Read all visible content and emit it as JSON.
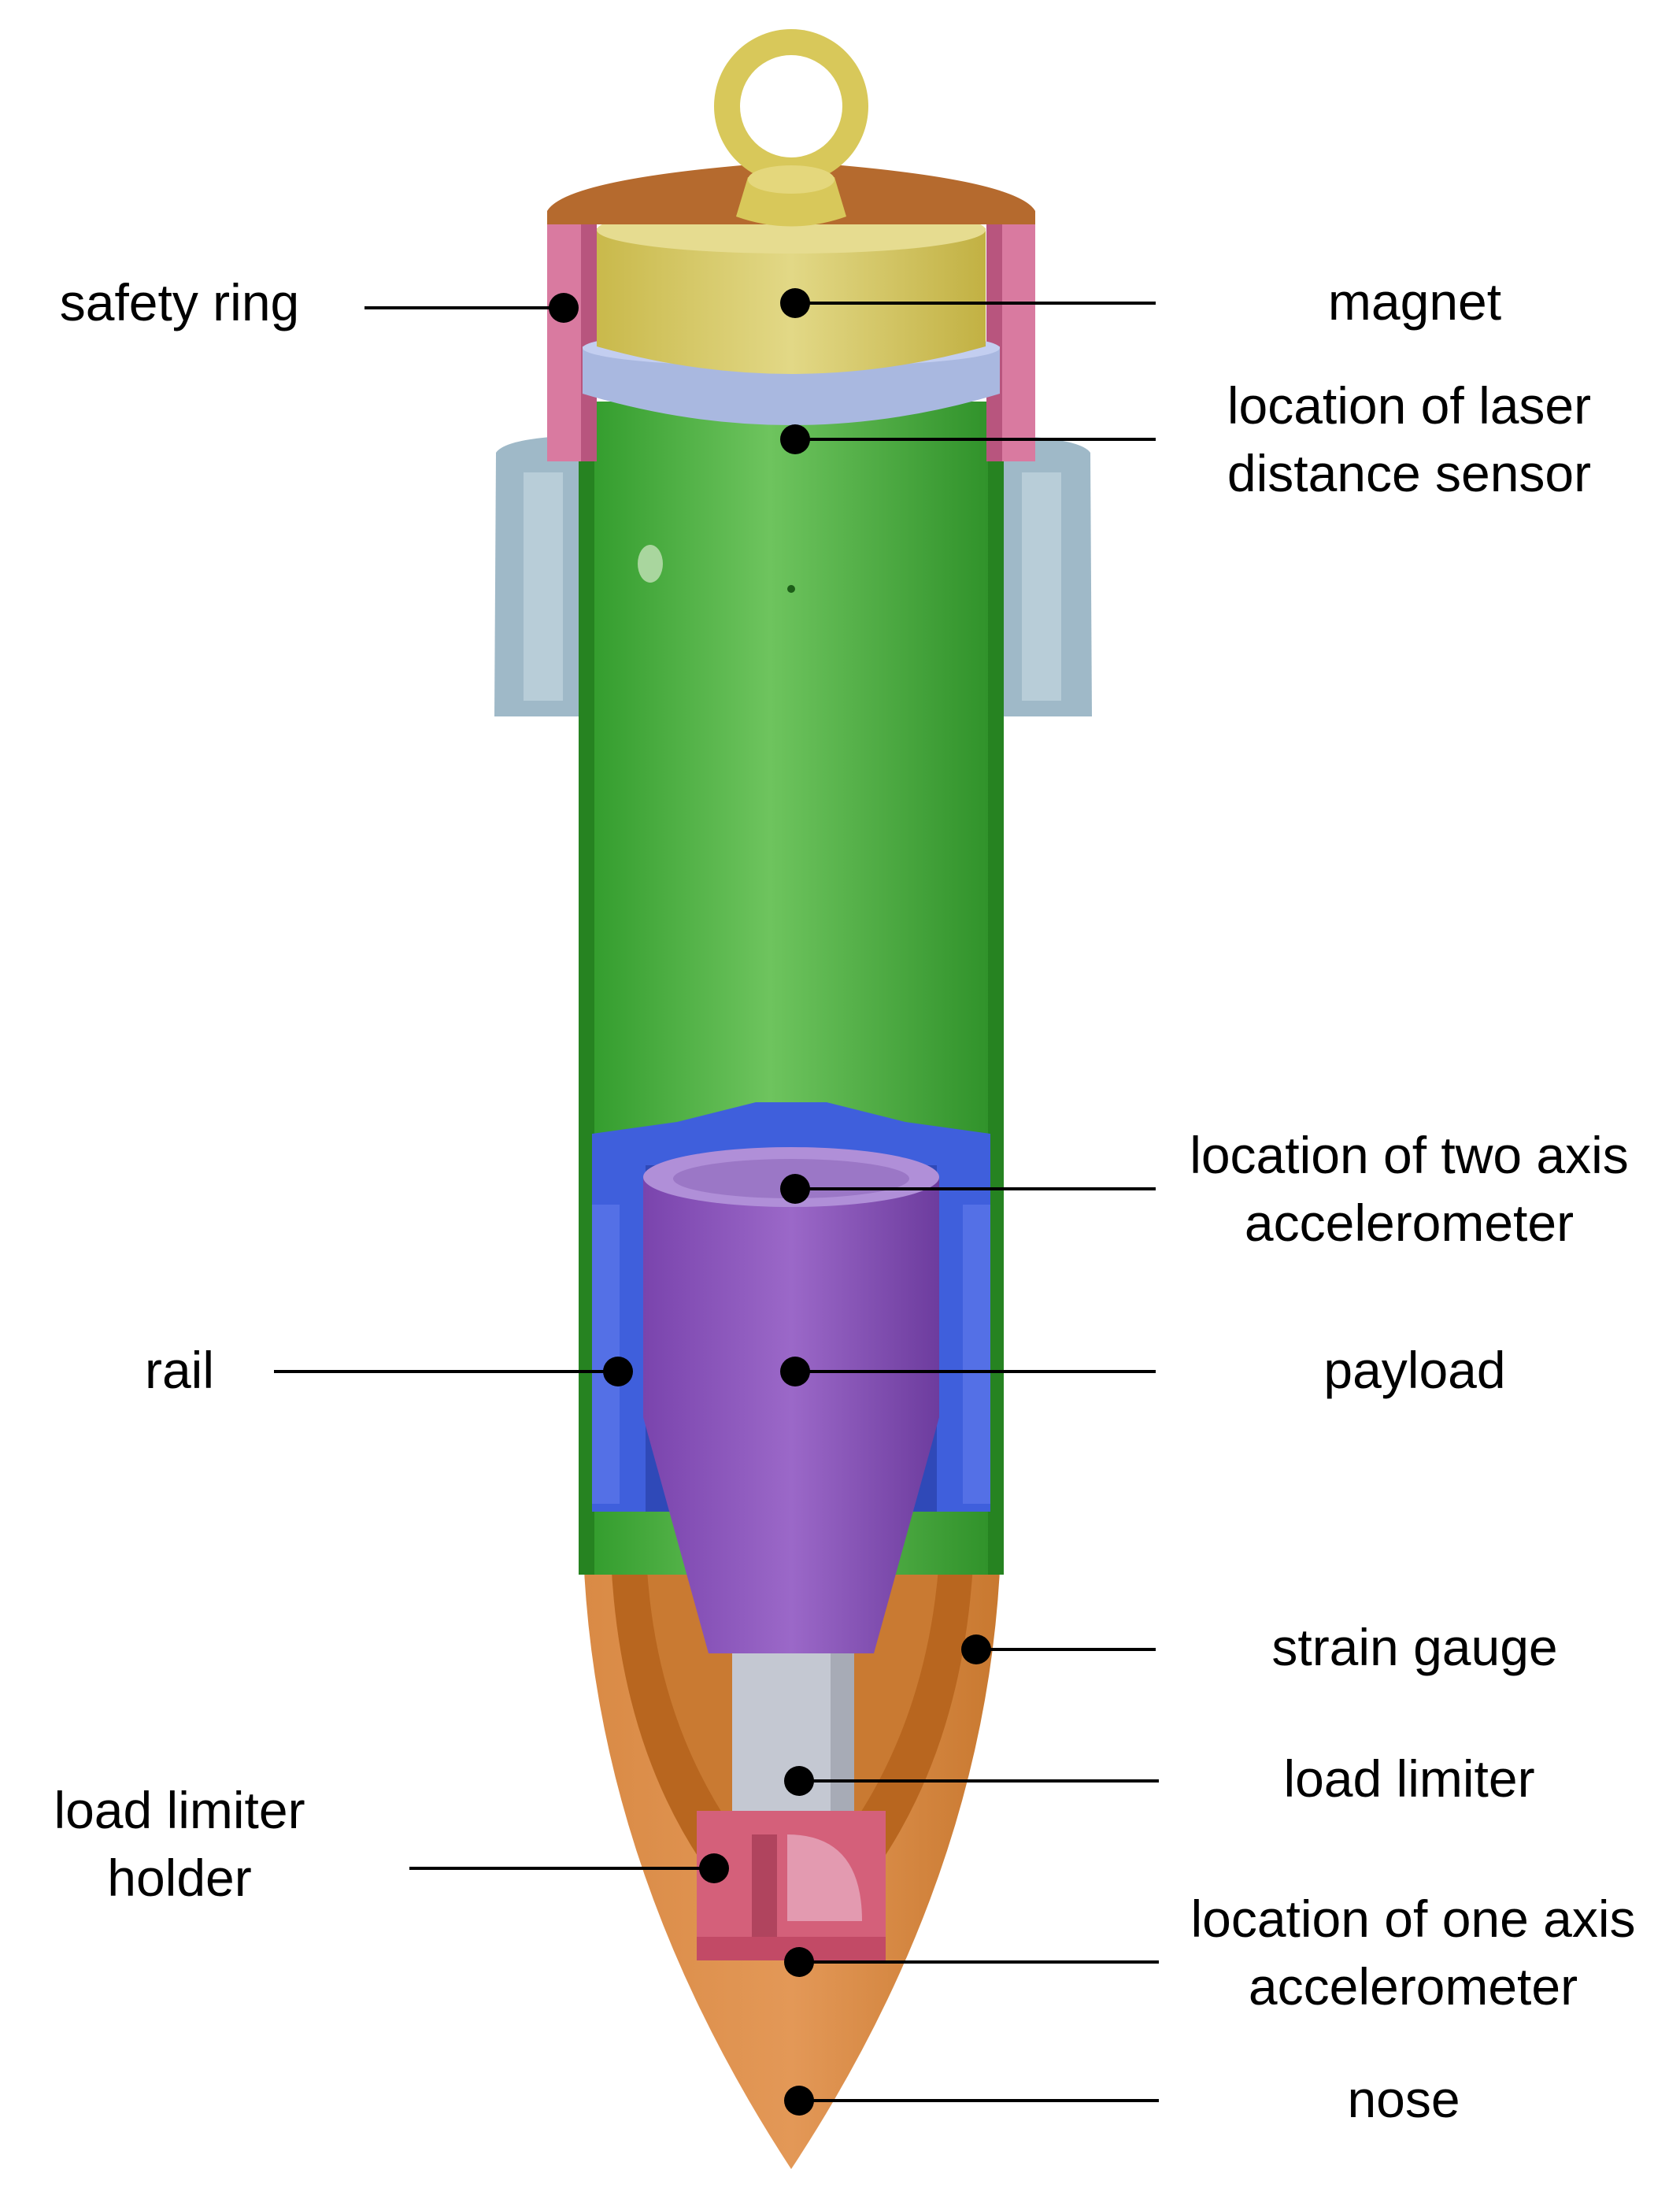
{
  "labels": {
    "safety_ring": "safety ring",
    "magnet": "magnet",
    "laser_line1": "location of laser",
    "laser_line2": "distance sensor",
    "two_axis_line1": "location of two axis",
    "two_axis_line2": "accelerometer",
    "rail": "rail",
    "payload": "payload",
    "strain_gauge": "strain gauge",
    "load_limiter": "load limiter",
    "holder_line1": "load limiter",
    "holder_line2": "holder",
    "one_axis_line1": "location of one axis",
    "one_axis_line2": "accelerometer",
    "nose": "nose"
  },
  "colors": {
    "cap": "#b56a2e",
    "eye_bolt": "#d8c85a",
    "magnet": "#d6c866",
    "safety_ring": "#d97aa0",
    "laser_ring": "#a9b8e0",
    "brackets": "#9fb9c8",
    "body": "#4fb540",
    "rail": "#4466dd",
    "payload": "#8a55b8",
    "nose": "#d7833a",
    "load_limiter": "#c4c8d2",
    "holder": "#d4607a",
    "line": "#000000"
  }
}
